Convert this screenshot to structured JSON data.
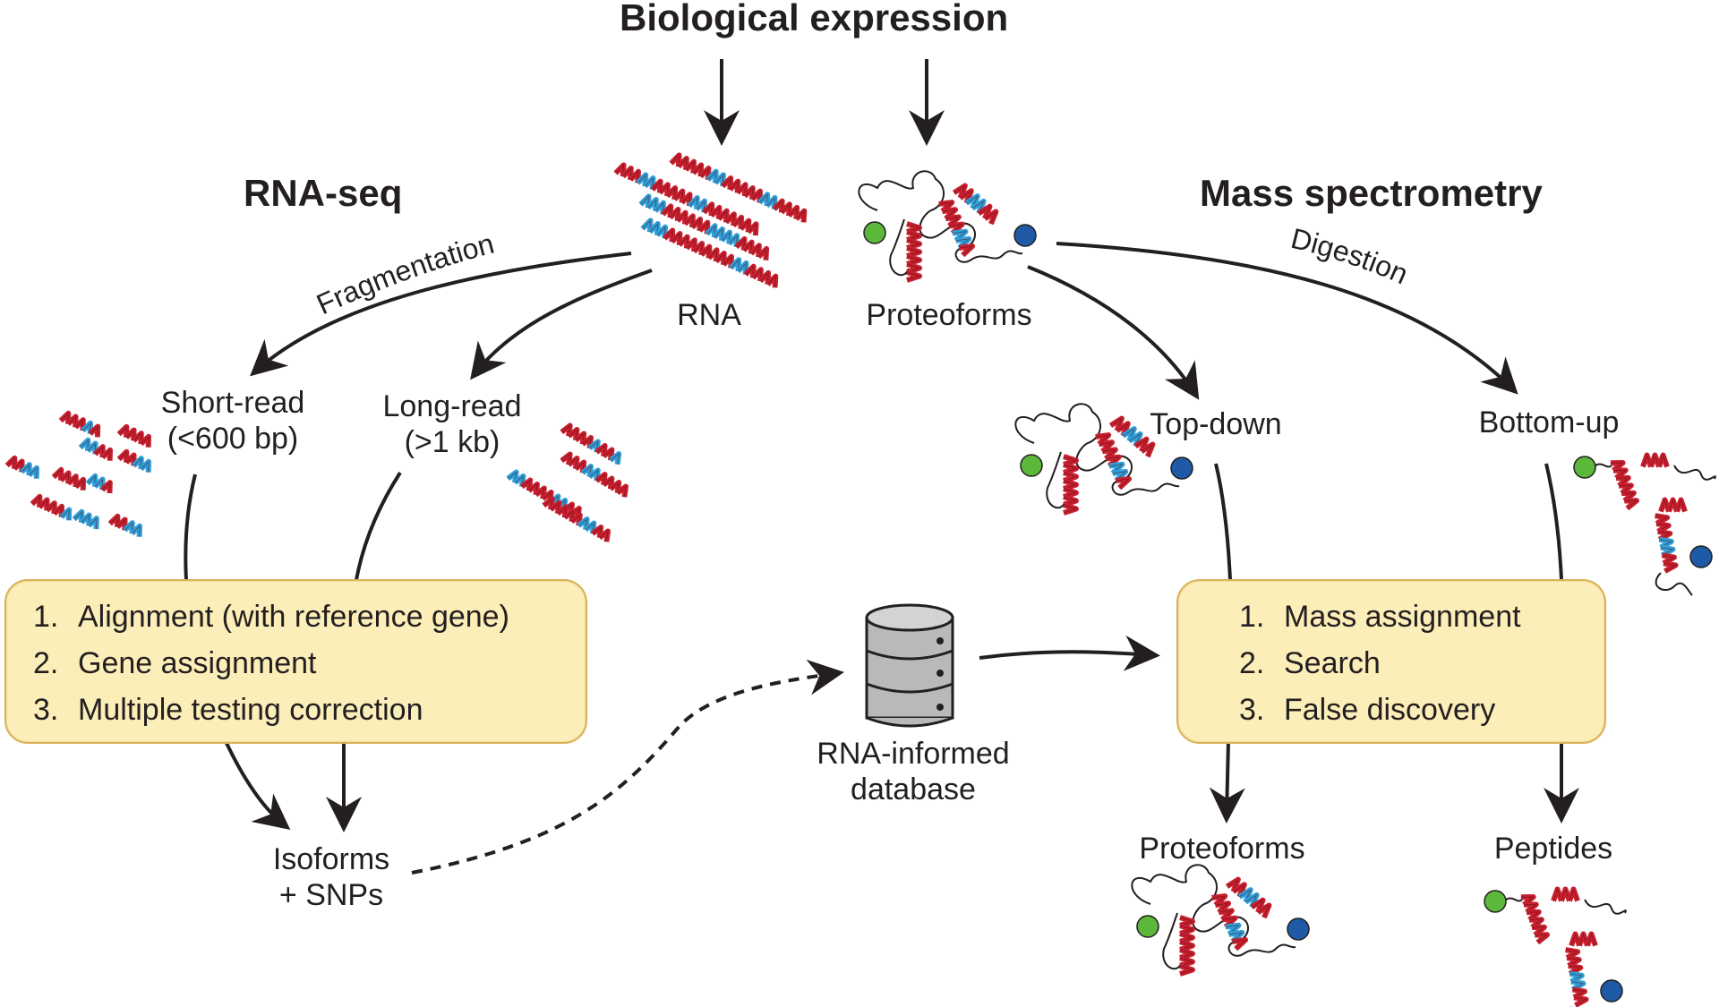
{
  "title": "Biological expression",
  "rnaseq": {
    "heading": "RNA-seq",
    "fragmentation": "Fragmentation",
    "rna_label": "RNA",
    "short_read": [
      "Short-read",
      "(<600 bp)"
    ],
    "long_read": [
      "Long-read",
      "(>1 kb)"
    ],
    "steps": [
      {
        "num": "1.",
        "text": "Alignment (with reference gene)"
      },
      {
        "num": "2.",
        "text": "Gene assignment"
      },
      {
        "num": "3.",
        "text": "Multiple testing correction"
      }
    ],
    "output": [
      "Isoforms",
      "+ SNPs"
    ]
  },
  "database": {
    "label": [
      "RNA-informed",
      "database"
    ]
  },
  "ms": {
    "heading": "Mass spectrometry",
    "digestion": "Digestion",
    "proteoforms_label": "Proteoforms",
    "top_down": "Top-down",
    "bottom_up": "Bottom-up",
    "steps": [
      {
        "num": "1.",
        "text": "Mass assignment"
      },
      {
        "num": "2.",
        "text": "Search"
      },
      {
        "num": "3.",
        "text": "False discovery"
      }
    ],
    "output_proteoforms": "Proteoforms",
    "output_peptides": "Peptides"
  },
  "colors": {
    "helix_red": "#c8202f",
    "helix_blue": "#2e9fd8",
    "box_fill": "#fbeeb8",
    "box_border": "#d9b25a",
    "green_dot": "#5cb83a",
    "blue_dot": "#1f5aa6",
    "arrow": "#231f20"
  }
}
